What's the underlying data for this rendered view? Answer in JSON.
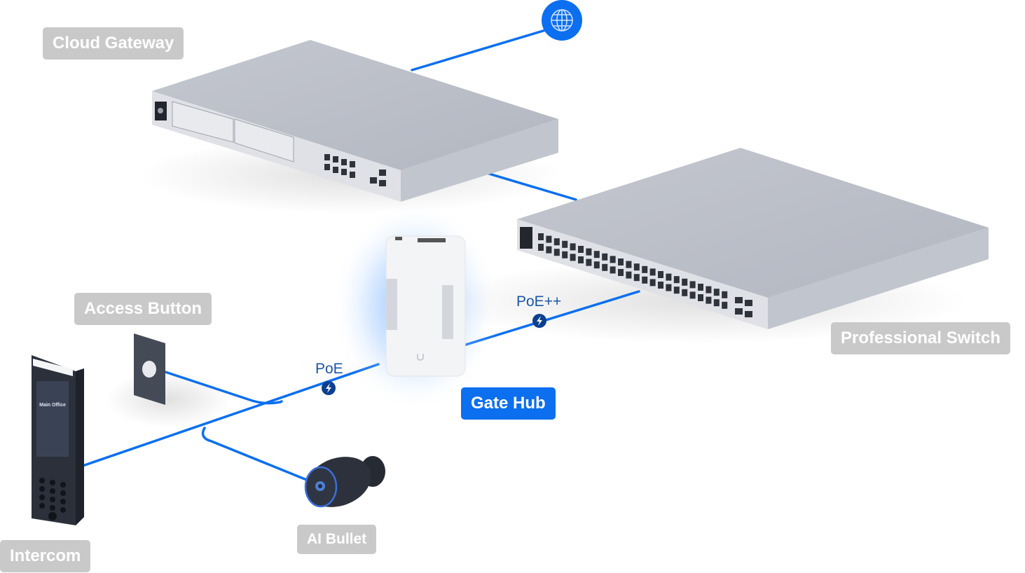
{
  "diagram": {
    "colors": {
      "link": "#0b6ff0",
      "label_bg": "#c9c9c9",
      "label_text": "#ffffff",
      "active_label_bg": "#0b6ff0",
      "power_badge": "#0d3f8f",
      "device_silver": "#c9ccd3",
      "device_dark": "#3a3f4b"
    },
    "devices": {
      "internet": {
        "icon": "globe-icon"
      },
      "cloud_gateway": {
        "label": "Cloud Gateway"
      },
      "professional_switch": {
        "label": "Professional Switch"
      },
      "gate_hub": {
        "label": "Gate Hub",
        "highlighted": true
      },
      "access_button": {
        "label": "Access Button"
      },
      "intercom": {
        "label": "Intercom",
        "screen_title": "Main Office"
      },
      "ai_bullet": {
        "label": "AI Bullet"
      }
    },
    "connections": [
      {
        "from": "internet",
        "to": "cloud_gateway"
      },
      {
        "from": "cloud_gateway",
        "to": "professional_switch"
      },
      {
        "from": "professional_switch",
        "to": "gate_hub",
        "label": "PoE++",
        "icon": "lightning-icon"
      },
      {
        "from": "gate_hub",
        "to": "intercom",
        "label": "PoE",
        "icon": "lightning-icon"
      },
      {
        "from": "gate_hub",
        "to": "access_button"
      },
      {
        "from": "gate_hub",
        "to": "ai_bullet"
      }
    ]
  }
}
